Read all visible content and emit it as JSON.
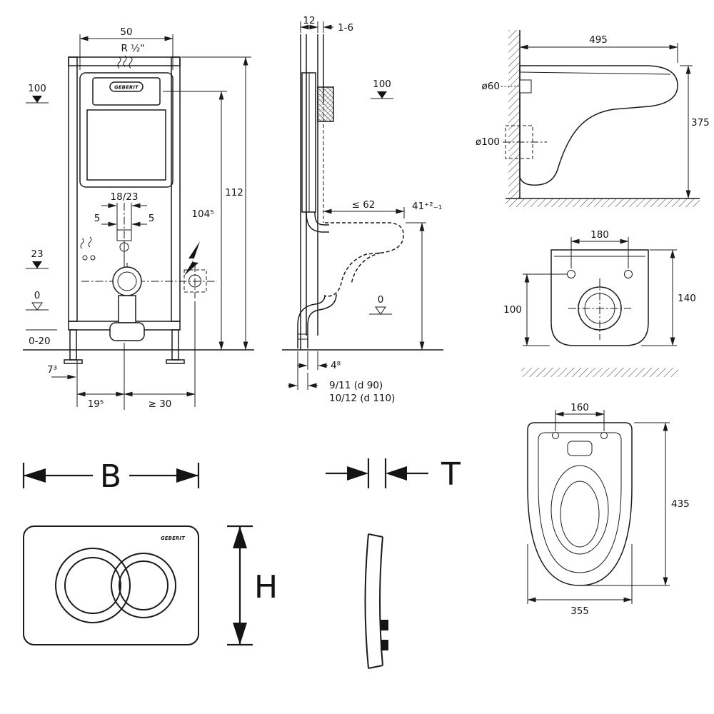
{
  "colors": {
    "background": "#ffffff",
    "line": "#1a1a1a"
  },
  "frame_front": {
    "dim_50": "50",
    "dim_r_half": "R ½\"",
    "level_100": "100",
    "dim_112": "112",
    "dim_104_5": "104⁵",
    "dim_18_23": "18/23",
    "dim_5_left": "5",
    "dim_5_right": "5",
    "level_23": "23",
    "level_0": "0",
    "dim_0_20": "0-20",
    "dim_7_3": "7³",
    "dim_19_5": "19⁵",
    "dim_ge_30": "≥ 30",
    "logo": "GEBERIT"
  },
  "frame_side": {
    "dim_12": "12",
    "dim_1_6": "1-6",
    "level_100": "100",
    "dim_le_62": "≤ 62",
    "dim_41": "41⁺²₋₁",
    "level_0": "0",
    "dim_4_8": "4⁸",
    "dim_pipe_90": "9/11  (d 90)",
    "dim_pipe_110": "10/12 (d 110)"
  },
  "pan_side": {
    "dim_495": "495",
    "dim_d60": "ø60",
    "dim_d100": "ø100",
    "dim_375": "375"
  },
  "pan_rear": {
    "dim_180": "180",
    "dim_100": "100",
    "dim_140": "140"
  },
  "pan_top": {
    "dim_160": "160",
    "dim_435": "435",
    "dim_355": "355"
  },
  "plate_front": {
    "dim_b": "B",
    "dim_h": "H",
    "logo": "GEBERIT"
  },
  "plate_side": {
    "dim_t": "T"
  }
}
